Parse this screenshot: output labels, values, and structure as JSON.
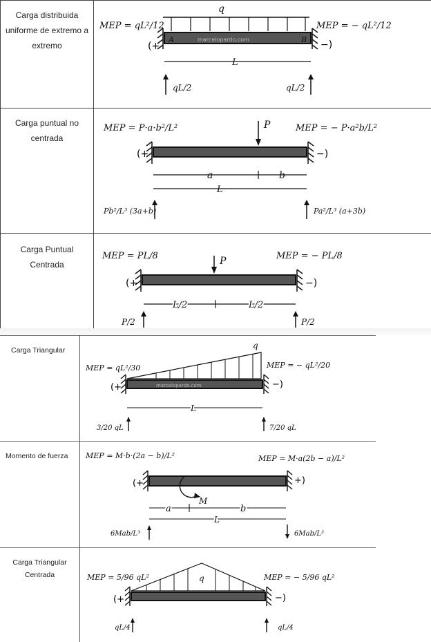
{
  "top_table": {
    "rows": [
      {
        "label": "Carga distribuida uniforme de extremo a extremo",
        "mep_left": "MEP = qL²/12",
        "mep_right": "MEP = − qL²/12",
        "load": "q",
        "node_a": "A",
        "node_b": "B",
        "watermark": "marcelopardo.com",
        "span": "L",
        "reaction_left": "qL/2",
        "reaction_right": "qL/2"
      },
      {
        "label": "Carga puntual no centrada",
        "mep_left": "MEP = P·a·b²/L²",
        "mep_right": "MEP = − P·a²b/L²",
        "load": "P",
        "seg_a": "a",
        "seg_b": "b",
        "span": "L",
        "reaction_left": "Pb²/L³ (3a+b)",
        "reaction_right": "Pa²/L³ (a+3b)"
      },
      {
        "label": "Carga Puntual Centrada",
        "mep_left": "MEP = PL/8",
        "mep_right": "MEP = − PL/8",
        "load": "P",
        "half_left": "L/2",
        "half_right": "L/2",
        "reaction_left": "P/2",
        "reaction_right": "P/2"
      }
    ]
  },
  "bottom_table": {
    "rows": [
      {
        "label": "Carga Triangular",
        "mep_left": "MEP = qL²/30",
        "mep_right": "MEP = − qL²/20",
        "load": "q",
        "watermark": "marcelopardo.com",
        "span": "L",
        "reaction_left": "3/20 qL",
        "reaction_right": "7/20 qL"
      },
      {
        "label": "Momento de fuerza",
        "mep_left": "MEP = M·b·(2a − b)/L²",
        "mep_right": "MEP = M·a(2b − a)/L²",
        "moment": "M",
        "seg_a": "a",
        "seg_b": "b",
        "span": "L",
        "reaction_left": "6Mab/L³",
        "reaction_right": "6Mab/L³"
      },
      {
        "label": "Carga Triangular Centrada",
        "mep_left": "MEP = 5/96 qL²",
        "mep_right": "MEP = − 5/96 qL²",
        "load": "q",
        "reaction_left": "qL/4",
        "reaction_right": "qL/4"
      }
    ]
  }
}
